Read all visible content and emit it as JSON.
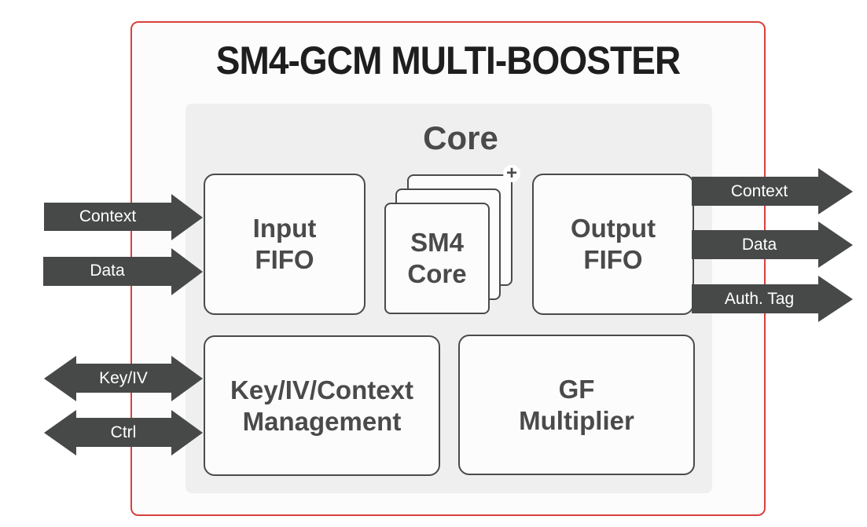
{
  "title": "SM4-GCM MULTI-BOOSTER",
  "core": {
    "title": "Core",
    "blocks": {
      "input_fifo": [
        "Input",
        "FIFO"
      ],
      "sm4_core": [
        "SM4",
        "Core"
      ],
      "output_fifo": [
        "Output",
        "FIFO"
      ],
      "key_mgmt": [
        "Key/IV/Context",
        "Management"
      ],
      "gf_multiplier": [
        "GF",
        "Multiplier"
      ]
    },
    "sm4_stack_indicator": "+"
  },
  "inputs": [
    {
      "label": "Context",
      "direction": "in"
    },
    {
      "label": "Data",
      "direction": "in"
    }
  ],
  "bidirectional": [
    {
      "label": "Key/IV",
      "direction": "both"
    },
    {
      "label": "Ctrl",
      "direction": "both"
    }
  ],
  "outputs": [
    {
      "label": "Context",
      "direction": "out"
    },
    {
      "label": "Data",
      "direction": "out"
    },
    {
      "label": "Auth. Tag",
      "direction": "out"
    }
  ],
  "colors": {
    "border_accent": "#d9403c",
    "arrow_fill": "#474948",
    "block_stroke": "#4a4a4a",
    "core_bg": "#efefef"
  }
}
